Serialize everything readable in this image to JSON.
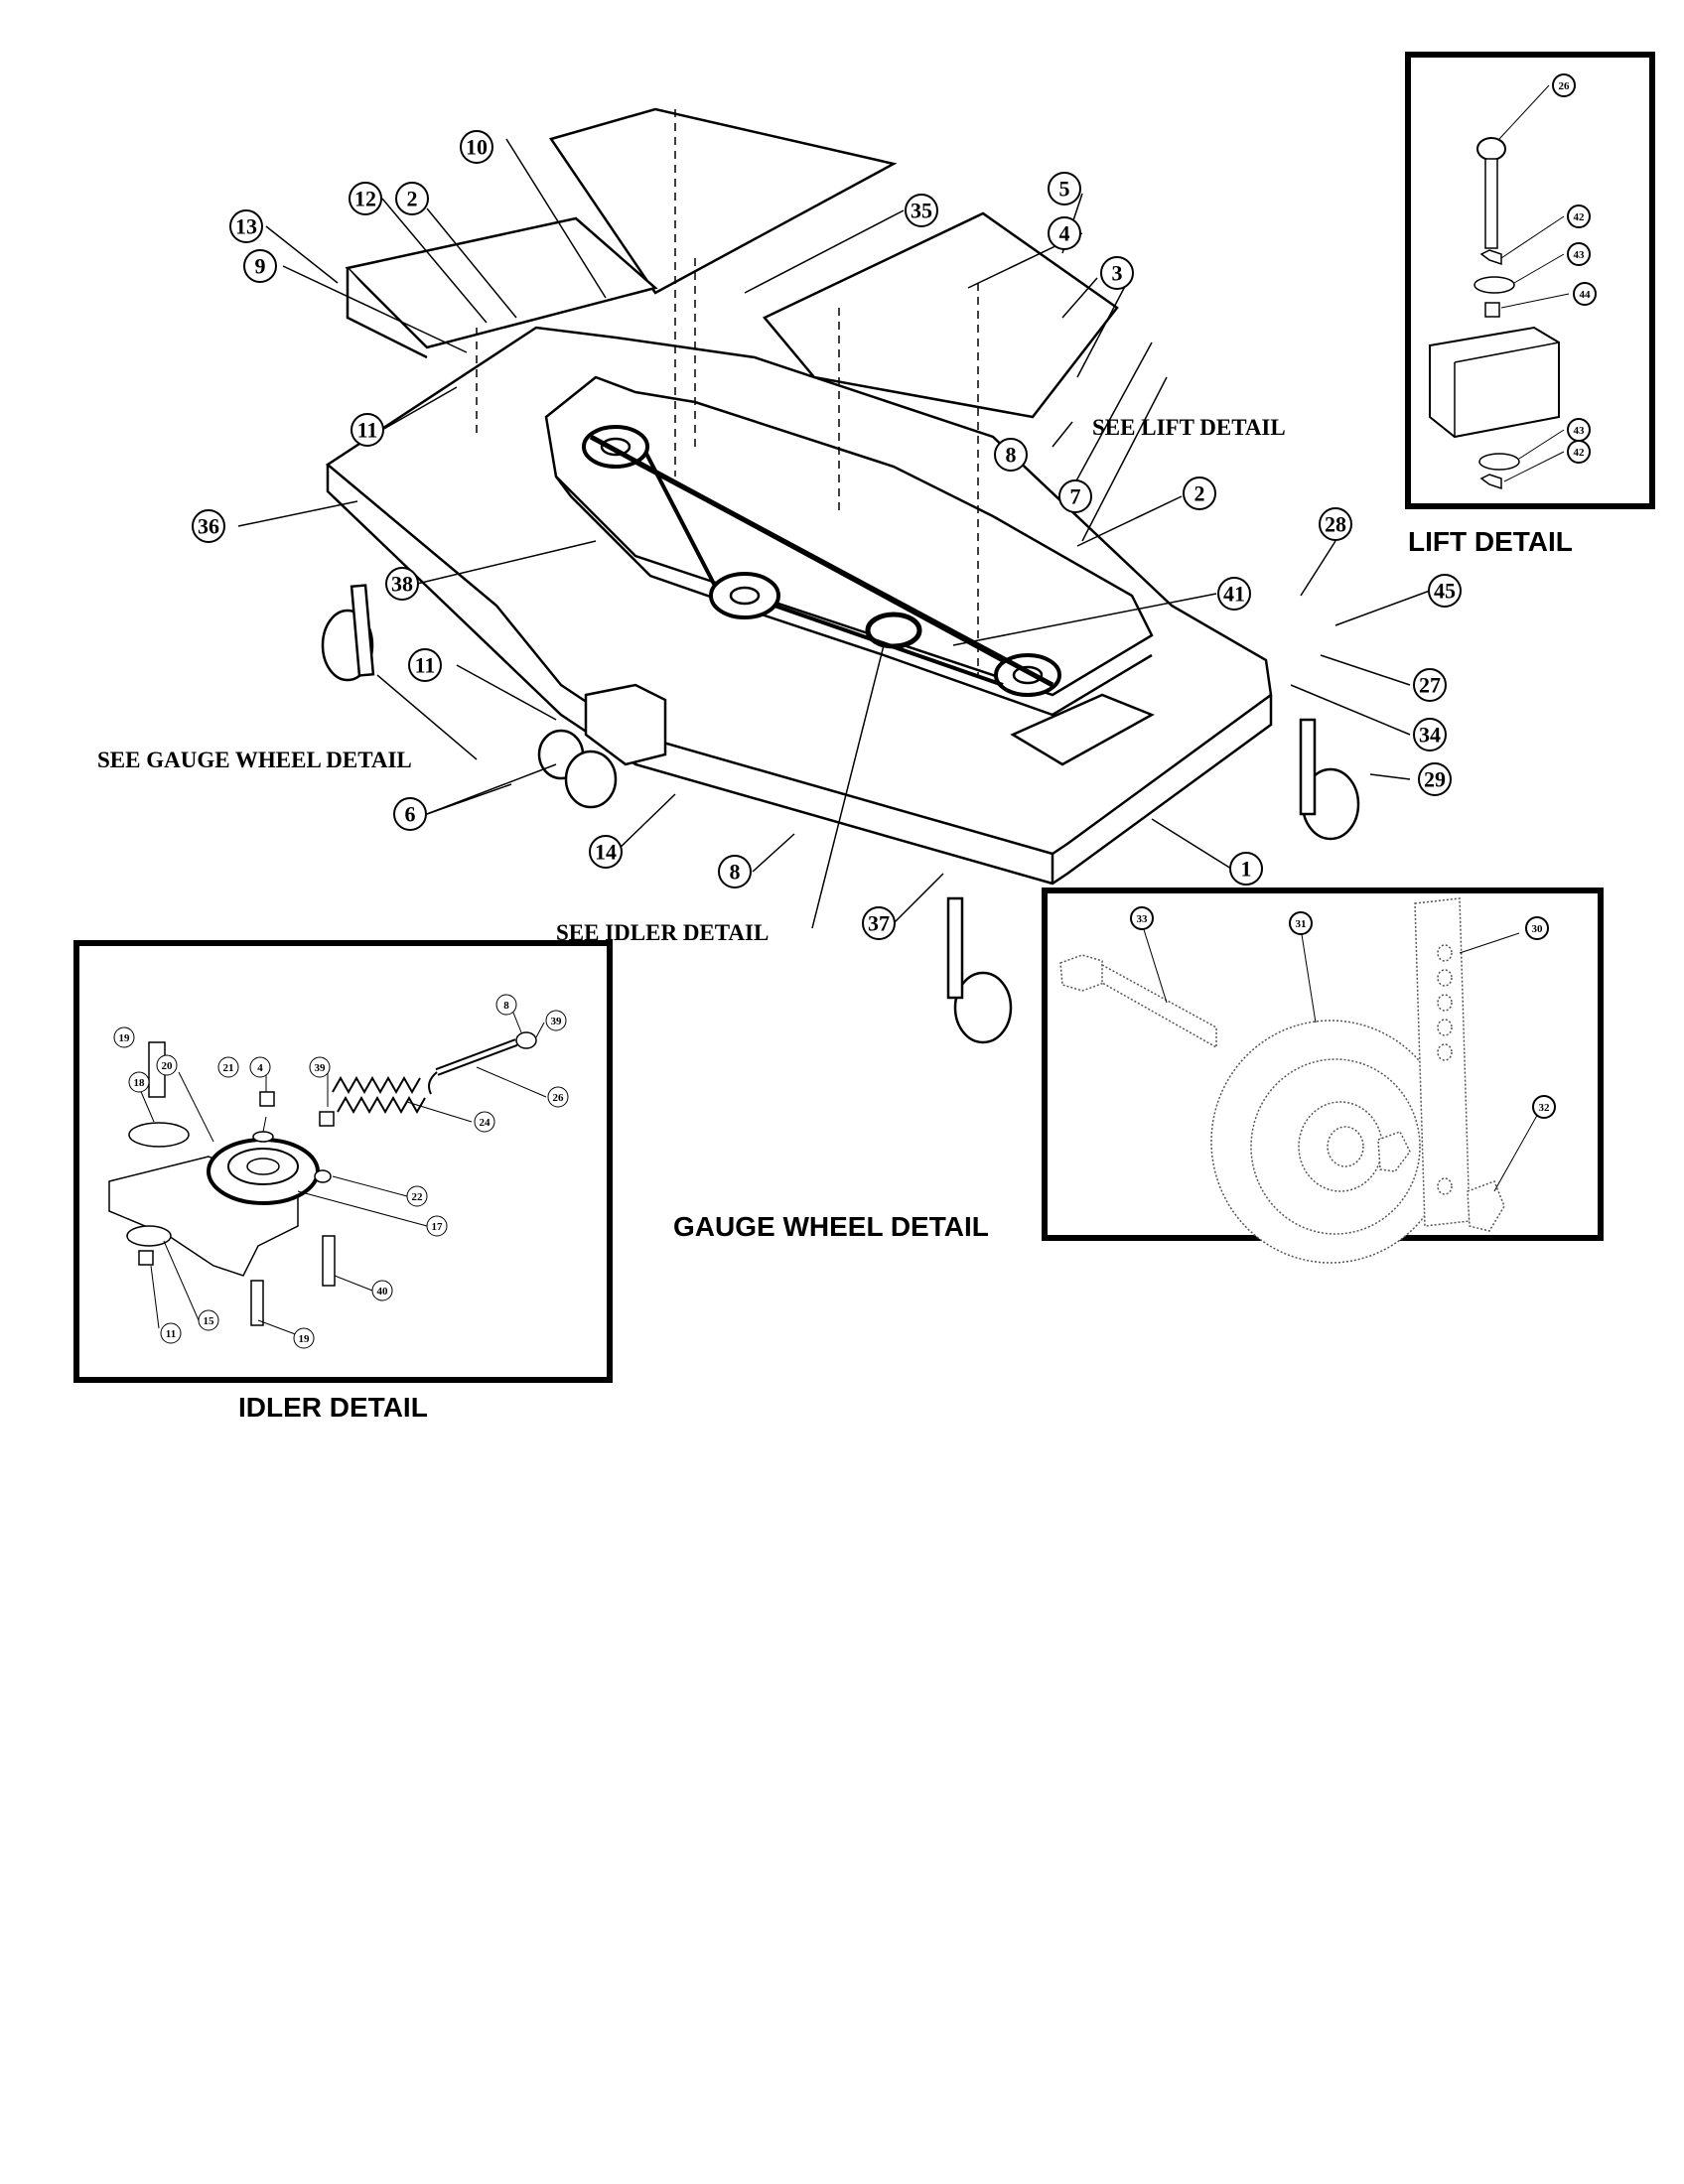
{
  "titles": {
    "lift_detail": "LIFT  DETAIL",
    "idler_detail": "IDLER DETAIL",
    "gauge_wheel_detail": "GAUGE WHEEL DETAIL"
  },
  "notes": {
    "see_lift": "SEE LIFT DETAIL",
    "see_gauge": "SEE GAUGE WHEEL DETAIL",
    "see_idler": "SEE IDLER DETAIL"
  },
  "main_callouts": [
    "10",
    "2",
    "12",
    "13",
    "9",
    "11",
    "35",
    "5",
    "4",
    "3",
    "8",
    "7",
    "2",
    "36",
    "38",
    "28",
    "45",
    "41",
    "27",
    "34",
    "29",
    "11",
    "6",
    "14",
    "8",
    "1",
    "37"
  ],
  "lift_callouts": [
    "26",
    "42",
    "43",
    "44",
    "43",
    "42"
  ],
  "idler_callouts": [
    "8",
    "21",
    "39",
    "39",
    "19",
    "20",
    "4",
    "18",
    "26",
    "24",
    "22",
    "17",
    "40",
    "11",
    "15",
    "19"
  ],
  "gauge_callouts": [
    "33",
    "31",
    "30",
    "32"
  ]
}
